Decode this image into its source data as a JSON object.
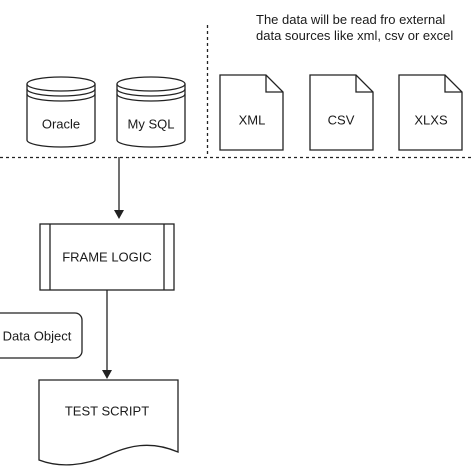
{
  "note": {
    "line1": "The data will be read fro external",
    "line2": "data sources like xml, csv or excel"
  },
  "databases": [
    {
      "label": "Oracle"
    },
    {
      "label": "My SQL"
    }
  ],
  "files": [
    {
      "label": "XML"
    },
    {
      "label": "CSV"
    },
    {
      "label": "XLXS"
    }
  ],
  "frame_logic": {
    "label": "FRAME LOGIC"
  },
  "data_object": {
    "label": "Data Object"
  },
  "test_script": {
    "label": "TEST SCRIPT"
  }
}
